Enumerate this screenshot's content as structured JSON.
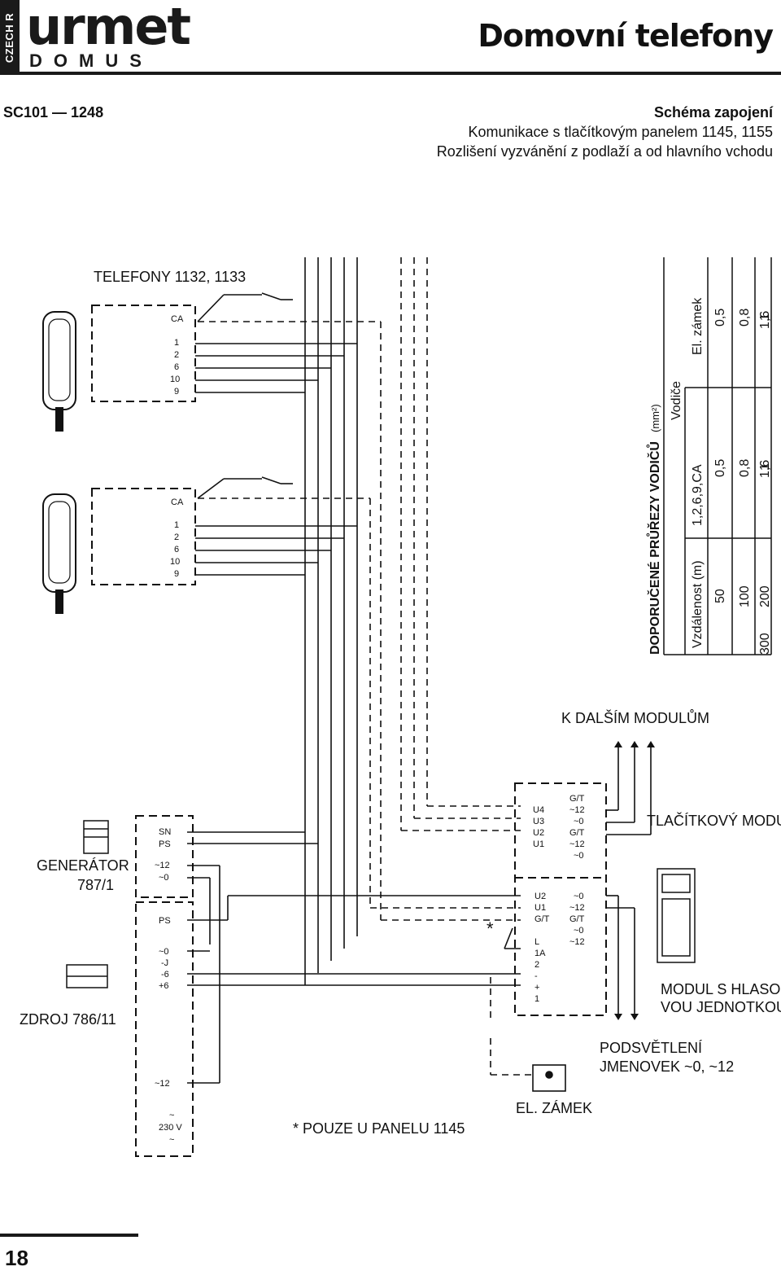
{
  "header": {
    "country_tag": "CZECH R",
    "brand": "urmet",
    "brand_sub": "DOMUS",
    "title": "Domovní telefony"
  },
  "meta": {
    "model": "SC101 — 1248",
    "heading": "Schéma zapojení",
    "line1": "Komunikace s tlačítkovým panelem 1145, 1155",
    "line2": "Rozlišení vyzvánění z podlaží a od hlavního vchodu"
  },
  "diagram": {
    "phones_label": "TELEFONY 1132, 1133",
    "phone_terminals": [
      "CA",
      "1",
      "2",
      "6",
      "10",
      "9"
    ],
    "next_modules": "K DALŠÍM MODULŮM",
    "generator_label": "GENERÁTOR",
    "generator_model": "787/1",
    "psu_label": "ZDROJ 786/11",
    "gen_terminals": [
      "SN",
      "PS",
      "~12",
      "~0"
    ],
    "psu_terminals": [
      "PS",
      "~0",
      "-J",
      "-6",
      "+6"
    ],
    "psu_ac_terminal": "~12",
    "mains_terminals": [
      "~",
      "230 V",
      "~"
    ],
    "button_module_label": "TLAČÍTKOVÝ MODUL",
    "button_module_left": [
      "U4",
      "U3",
      "U2",
      "U1"
    ],
    "button_module_right": [
      "G/T",
      "~12",
      "~0",
      "G/T",
      "~12",
      "~0"
    ],
    "voice_module_left": [
      "U2",
      "U1",
      "G/T",
      "L",
      "1A",
      "2",
      "-",
      "+",
      "1"
    ],
    "voice_module_right": [
      "~0",
      "~12",
      "G/T",
      "~0",
      "~12"
    ],
    "voice_module_label_1": "MODUL S HLASO-",
    "voice_module_label_2": "VOU JEDNOTKOU",
    "lighting_label_1": "PODSVĚTLENÍ",
    "lighting_label_2": "JMENOVEK ~0, ~12",
    "lock_label": "EL. ZÁMEK",
    "footnote": "*  POUZE U PANELU 1145",
    "asterisk": "*"
  },
  "table": {
    "title": "DOPORUČENÉ PRŮŘEZY VODIČŮ",
    "unit": "(mm²)",
    "group_header": "Vodiče",
    "columns": [
      "Vzdálenost (m)",
      "1,2,6,9,CA",
      "El. zámek"
    ],
    "rows": [
      [
        "50",
        "0,5",
        "0,5"
      ],
      [
        "100",
        "0,8",
        "0,8"
      ],
      [
        "200",
        "1",
        "1"
      ],
      [
        "300",
        "1,6",
        "1,6"
      ]
    ]
  },
  "footer": {
    "page": "18"
  }
}
